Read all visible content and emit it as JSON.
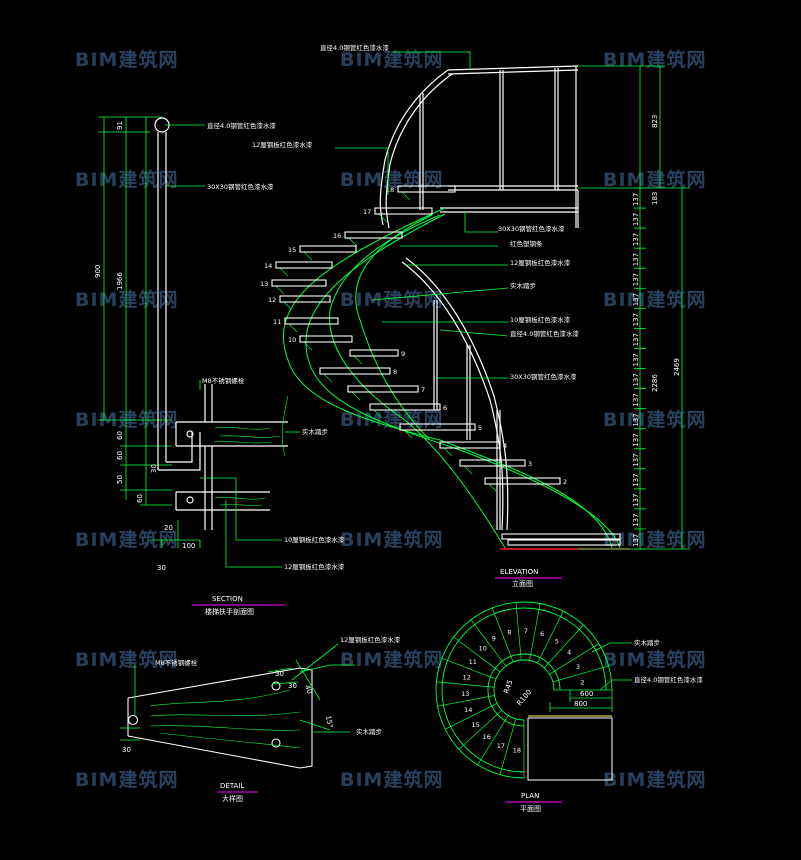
{
  "watermark": "BIM建筑网",
  "colors": {
    "background": "#000000",
    "line_white": "#ffffff",
    "line_green": "#00ff3c",
    "line_cyan": "#00c8c8",
    "text_yellow": "#ffff66",
    "title_magenta": "#ff00ff",
    "floor_red": "#ff1e1e"
  },
  "elevation": {
    "title": "ELEVATION",
    "subtitle": "立面图",
    "step_numbers": [
      "18",
      "17",
      "16",
      "15",
      "14",
      "13",
      "12",
      "11",
      "10",
      "9",
      "8",
      "7",
      "6",
      "5",
      "4",
      "3",
      "2"
    ],
    "callouts": [
      "直径4.0钢管红色漆水漆",
      "12厘钢板红色漆水漆",
      "30X30钢管红色漆水漆",
      "30X30钢管红色漆水漆",
      "红色塑钢条",
      "12厘钢板红色漆水漆",
      "实木踏步",
      "10厘钢板红色漆水漆",
      "直径4.0钢管红色漆水漆",
      "30X30钢管红色漆水漆"
    ],
    "dims_left": [
      "91",
      "900",
      "1966",
      "60",
      "60",
      "50",
      "60",
      "30"
    ],
    "dims_right_top": [
      "823",
      "183"
    ],
    "dims_right_steps": [
      "137",
      "137",
      "137",
      "137",
      "137",
      "137",
      "137",
      "137",
      "137",
      "137",
      "137",
      "137",
      "137",
      "137",
      "137",
      "137",
      "137",
      "137"
    ],
    "dims_right_total": [
      "2286",
      "2469"
    ]
  },
  "section": {
    "title": "SECTION",
    "subtitle": "楼梯扶手剖面图",
    "callouts": [
      "M8不锈钢螺栓",
      "实木踏步",
      "10厘钢板红色漆水漆",
      "12厘钢板红色漆水漆"
    ],
    "dims": [
      "20",
      "100",
      "30"
    ]
  },
  "detail": {
    "title": "DETAIL",
    "subtitle": "大样图",
    "callouts": [
      "M8不锈钢螺栓",
      "12厘钢板红色漆水漆",
      "实木踏步"
    ],
    "dims": [
      "30",
      "30",
      "40",
      "15°",
      "30"
    ]
  },
  "plan": {
    "title": "PLAN",
    "subtitle": "平面图",
    "callouts": [
      "实木踏步",
      "直径4.0钢管红色漆水漆"
    ],
    "dims": [
      "600",
      "800",
      "R45",
      "R100"
    ],
    "step_numbers": [
      "2",
      "3",
      "4",
      "5",
      "6",
      "7",
      "8",
      "9",
      "10",
      "11",
      "12",
      "13",
      "14",
      "15",
      "16",
      "17",
      "18"
    ]
  }
}
